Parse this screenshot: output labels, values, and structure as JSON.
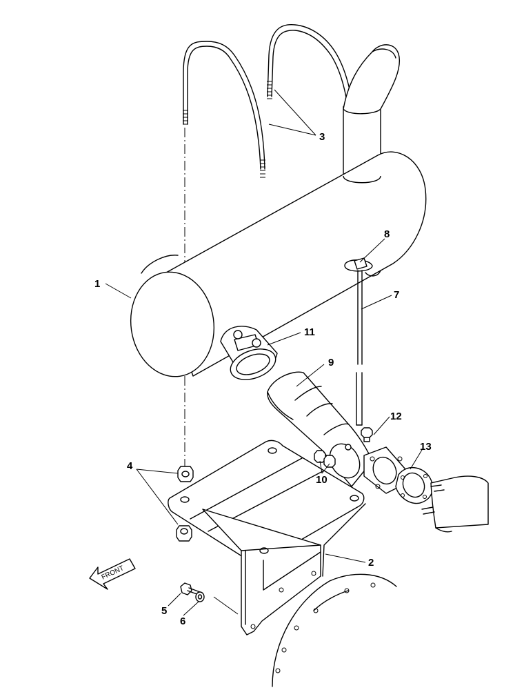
{
  "callouts": {
    "c1": "1",
    "c2": "2",
    "c3": "3",
    "c4": "4",
    "c5": "5",
    "c6": "6",
    "c7": "7",
    "c8": "8",
    "c9": "9",
    "c10": "10",
    "c11": "11",
    "c12": "12",
    "c13": "13"
  },
  "front_label": "FRONT"
}
